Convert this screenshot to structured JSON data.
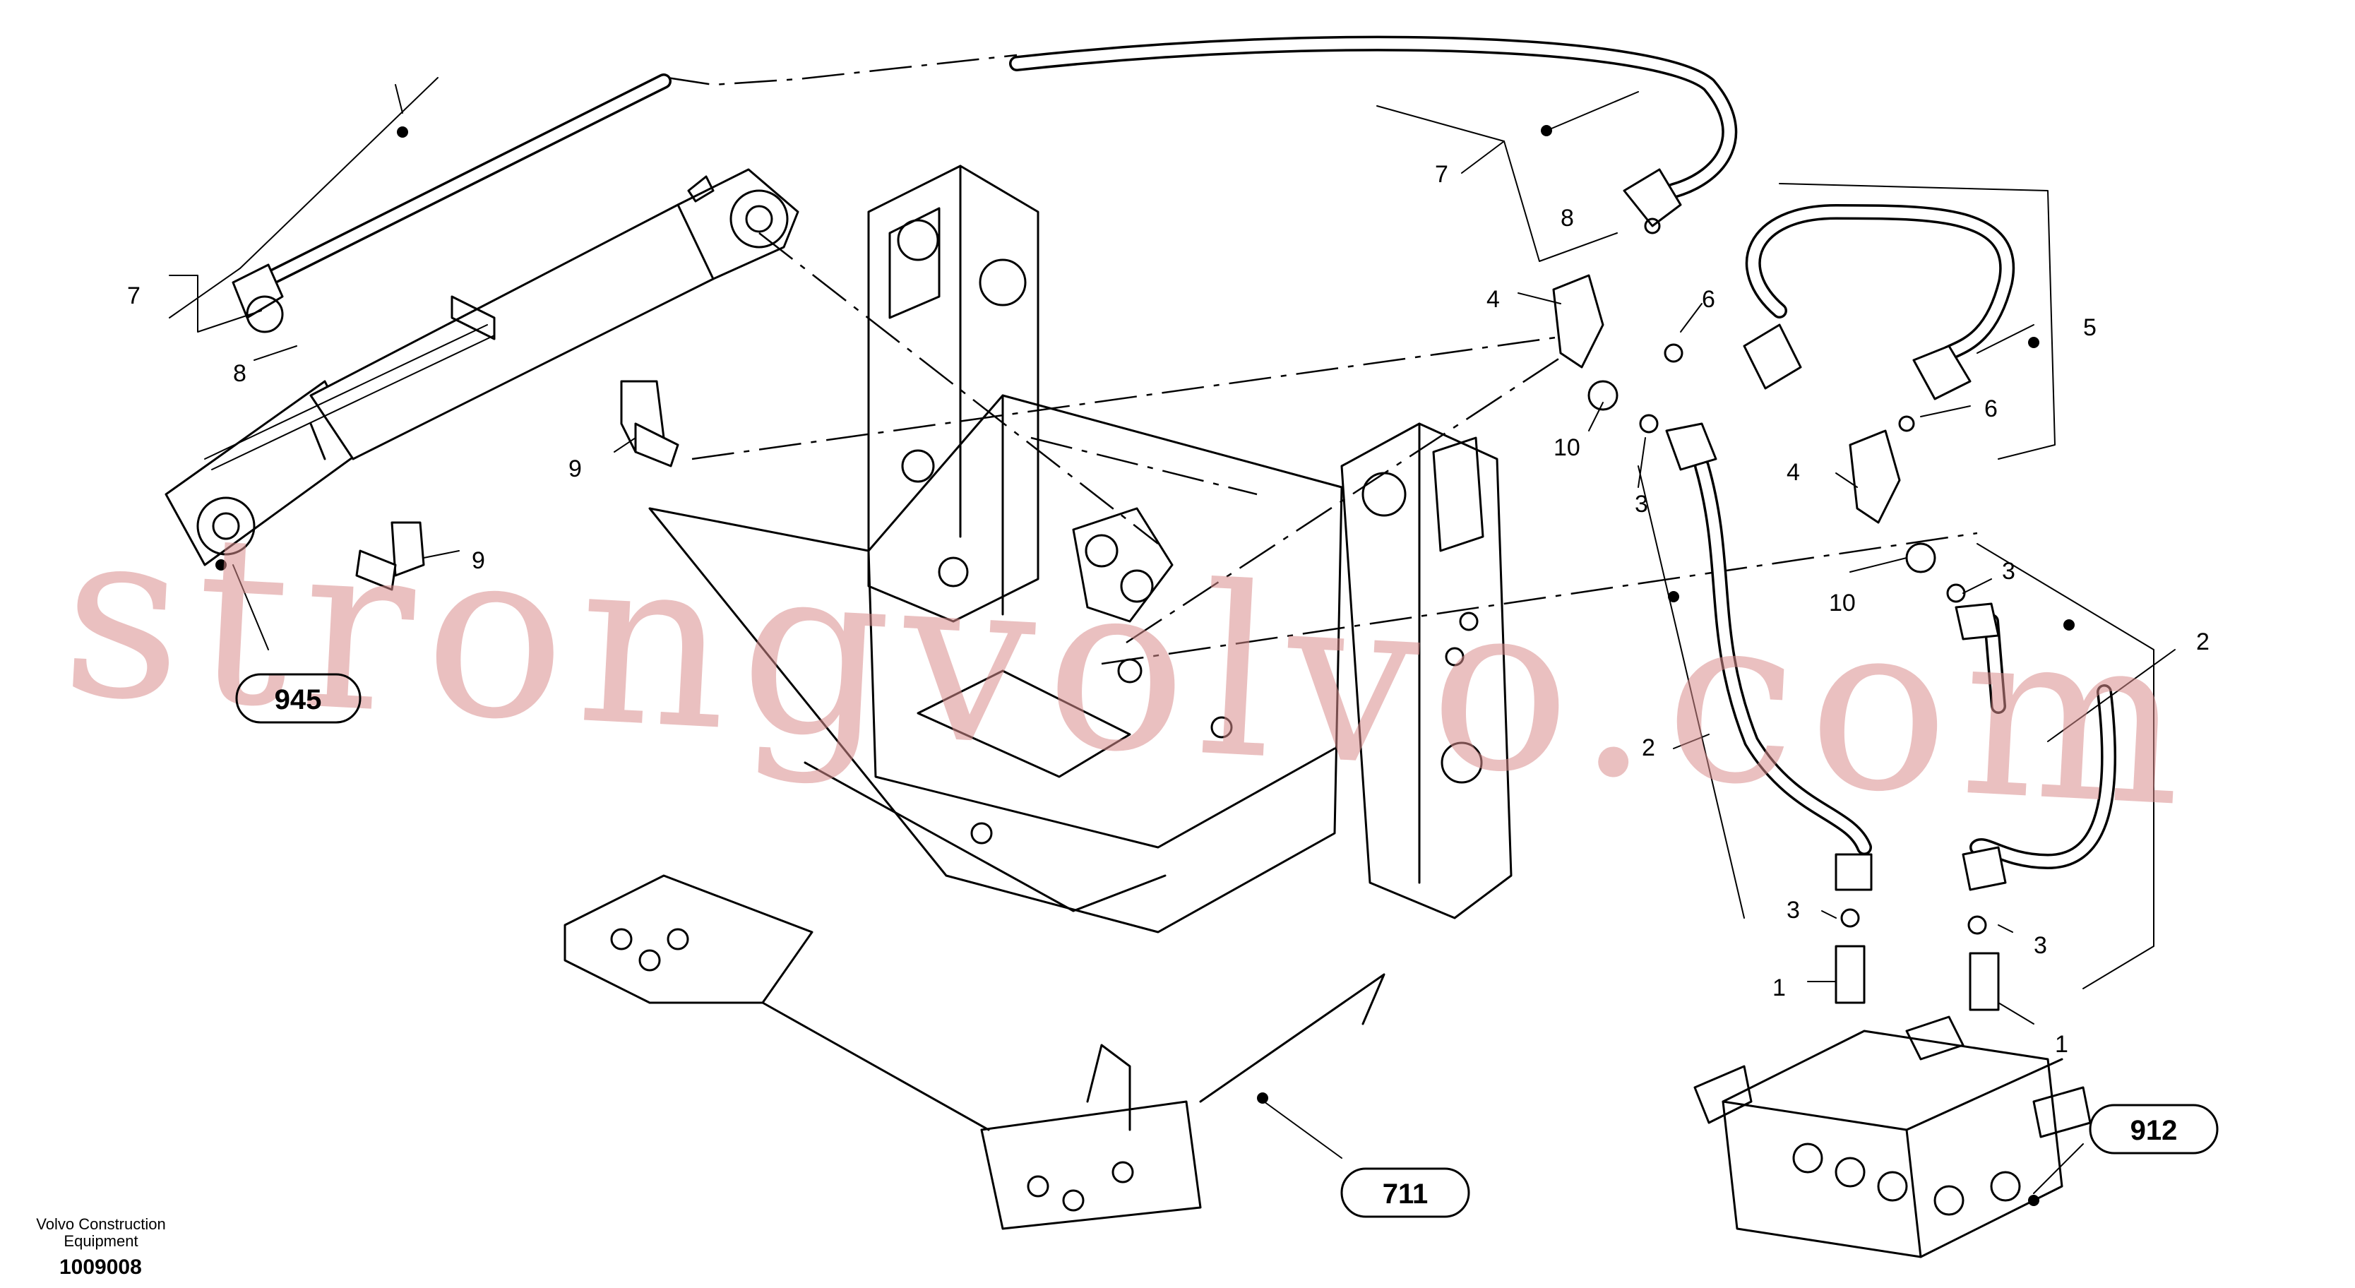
{
  "drawing": {
    "callouts": [
      {
        "id": "c7-left",
        "text": "7"
      },
      {
        "id": "c8-left",
        "text": "8"
      },
      {
        "id": "c9-a",
        "text": "9"
      },
      {
        "id": "c9-b",
        "text": "9"
      },
      {
        "id": "c7-right",
        "text": "7"
      },
      {
        "id": "c8-right",
        "text": "8"
      },
      {
        "id": "c4-top",
        "text": "4"
      },
      {
        "id": "c6-top",
        "text": "6"
      },
      {
        "id": "c10-top",
        "text": "10"
      },
      {
        "id": "c3-top",
        "text": "3"
      },
      {
        "id": "c5",
        "text": "5"
      },
      {
        "id": "c6-right",
        "text": "6"
      },
      {
        "id": "c4-right",
        "text": "4"
      },
      {
        "id": "c10-right",
        "text": "10"
      },
      {
        "id": "c3-right",
        "text": "3"
      },
      {
        "id": "c2-left",
        "text": "2"
      },
      {
        "id": "c2-right",
        "text": "2"
      },
      {
        "id": "c3-bottom-left",
        "text": "3"
      },
      {
        "id": "c3-bottom-right",
        "text": "3"
      },
      {
        "id": "c1-left",
        "text": "1"
      },
      {
        "id": "c1-right",
        "text": "1"
      }
    ],
    "references": [
      {
        "id": "ref-945",
        "text": "945"
      },
      {
        "id": "ref-711",
        "text": "711"
      },
      {
        "id": "ref-912",
        "text": "912"
      }
    ],
    "watermark": "strongvolvo.com"
  },
  "caption": {
    "company_line1": "Volvo Construction",
    "company_line2": "Equipment",
    "drawing_number": "1009008"
  },
  "colors": {
    "linework": "#000000",
    "watermark": "#d98c8c",
    "background": "#ffffff"
  }
}
